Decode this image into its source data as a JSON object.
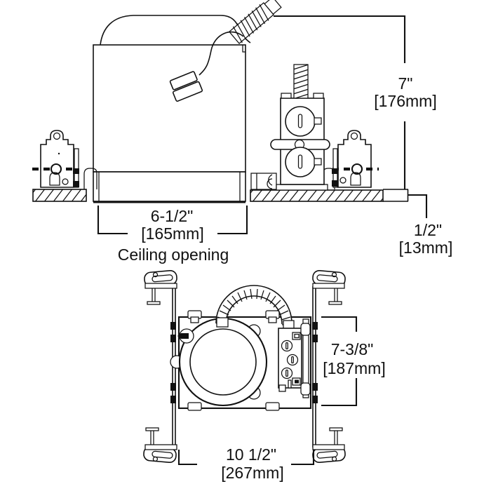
{
  "style": {
    "line_color": "#111111",
    "background": "#ffffff"
  },
  "side_view": {
    "height": {
      "inches": "7\"",
      "mm": "[176mm]"
    },
    "ceiling_opening": {
      "inches": "6-1/2\"",
      "mm": "[165mm]",
      "caption": "Ceiling opening"
    },
    "ceiling_thickness": {
      "inches": "1/2\"",
      "mm": "[13mm]"
    }
  },
  "plan_view": {
    "housing_depth": {
      "inches": "7-3/8\"",
      "mm": "[187mm]"
    },
    "bar_span": {
      "inches": "10 1/2\"",
      "mm": "[267mm]"
    }
  }
}
